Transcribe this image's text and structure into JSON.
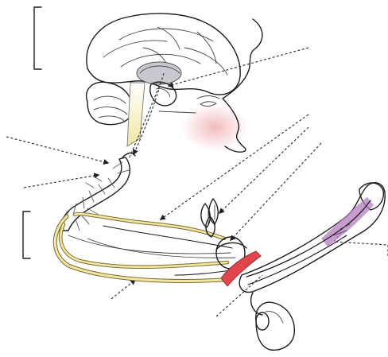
{
  "figure": {
    "type": "anatomical-illustration",
    "colors": {
      "background": "#ffffff",
      "outline": "#1e1e1e",
      "nerve_yellow": "#f2e6a2",
      "nerve_outline": "#9a8a40",
      "brain_tint": "#f3e2cf",
      "face_blush": "#f2b8b8",
      "sphincter_red": "#e0464c",
      "glans_pink": "#e9b6d0",
      "corpus_purple": "#b47cc0",
      "thalamus_grey": "#c8c8d0"
    },
    "structures": [
      "brain",
      "head-profile",
      "spinal-cord",
      "sacral-nerve-roots",
      "pelvic-nerve",
      "hypogastric-nerve",
      "pudendal-nerve",
      "sympathetic-ganglion",
      "bladder-neck-sphincter",
      "penis",
      "testis"
    ],
    "label_brackets": [
      "upper-left-bracket",
      "left-middle-bracket"
    ],
    "callout_lines": 11
  }
}
